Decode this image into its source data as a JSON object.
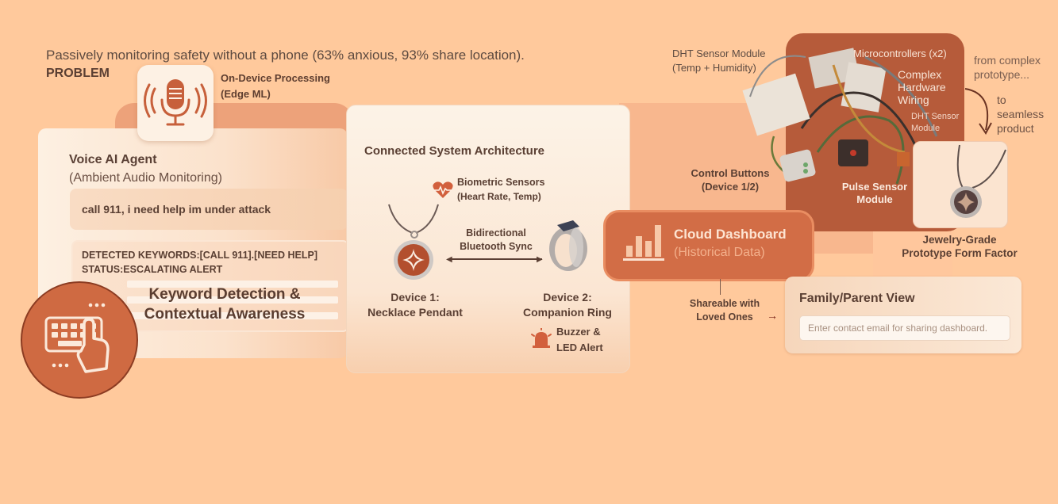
{
  "problem": {
    "statement": "Passively monitoring safety without a phone (63% anxious, 93% share location).",
    "label": "PROBLEM"
  },
  "on_device": {
    "line1": "On-Device Processing",
    "line2": "(Edge ML)",
    "icon": "microphone-icon"
  },
  "voice_agent": {
    "title": "Voice AI Agent",
    "subtitle": "(Ambient Audio Monitoring)",
    "command": "call 911, i need help im under attack",
    "detected": "DETECTED KEYWORDS:[CALL 911].[NEED HELP]",
    "status": "STATUS:ESCALATING ALERT",
    "feature_line1": "Keyword Detection &",
    "feature_line2": "Contextual Awareness",
    "feature_icon": "keyboard-touch-icon"
  },
  "architecture": {
    "title": "Connected System Architecture",
    "biometric_line1": "Biometric Sensors",
    "biometric_line2": "(Heart Rate, Temp)",
    "bluetooth_line1": "Bidirectional",
    "bluetooth_line2": "Bluetooth Sync",
    "device1_line1": "Device 1:",
    "device1_line2": "Necklace Pendant",
    "device2_line1": "Device 2:",
    "device2_line2": "Companion Ring",
    "alert_line1": "Buzzer &",
    "alert_line2": "LED Alert"
  },
  "hardware": {
    "dht_line1": "DHT Sensor Module",
    "dht_line2": "(Temp + Humidity)",
    "micro": "Microcontrollers (x2)",
    "wiring_line1": "Complex",
    "wiring_line2": "Hardware",
    "wiring_line3": "Wiring",
    "dht2_line1": "DHT Sensor",
    "dht2_line2": "Module",
    "control_line1": "Control Buttons",
    "control_line2": "(Device 1/2)",
    "pulse_line1": "Pulse Sensor",
    "pulse_line2": "Module"
  },
  "evolution": {
    "from_line1": "from complex",
    "from_line2": "prototype...",
    "to_line1": "to",
    "to_line2": "seamless",
    "to_line3": "product",
    "jewelry_line1": "Jewelry-Grade",
    "jewelry_line2": "Prototype Form Factor"
  },
  "cloud": {
    "title": "Cloud Dashboard",
    "subtitle": "(Historical Data)"
  },
  "sharing": {
    "line1": "Shareable with",
    "line2": "Loved Ones"
  },
  "family": {
    "title": "Family/Parent View",
    "placeholder": "Enter contact email for sharing dashboard."
  },
  "colors": {
    "background": "#ffc99c",
    "accent": "#cf6a42",
    "text": "#5c4136"
  }
}
